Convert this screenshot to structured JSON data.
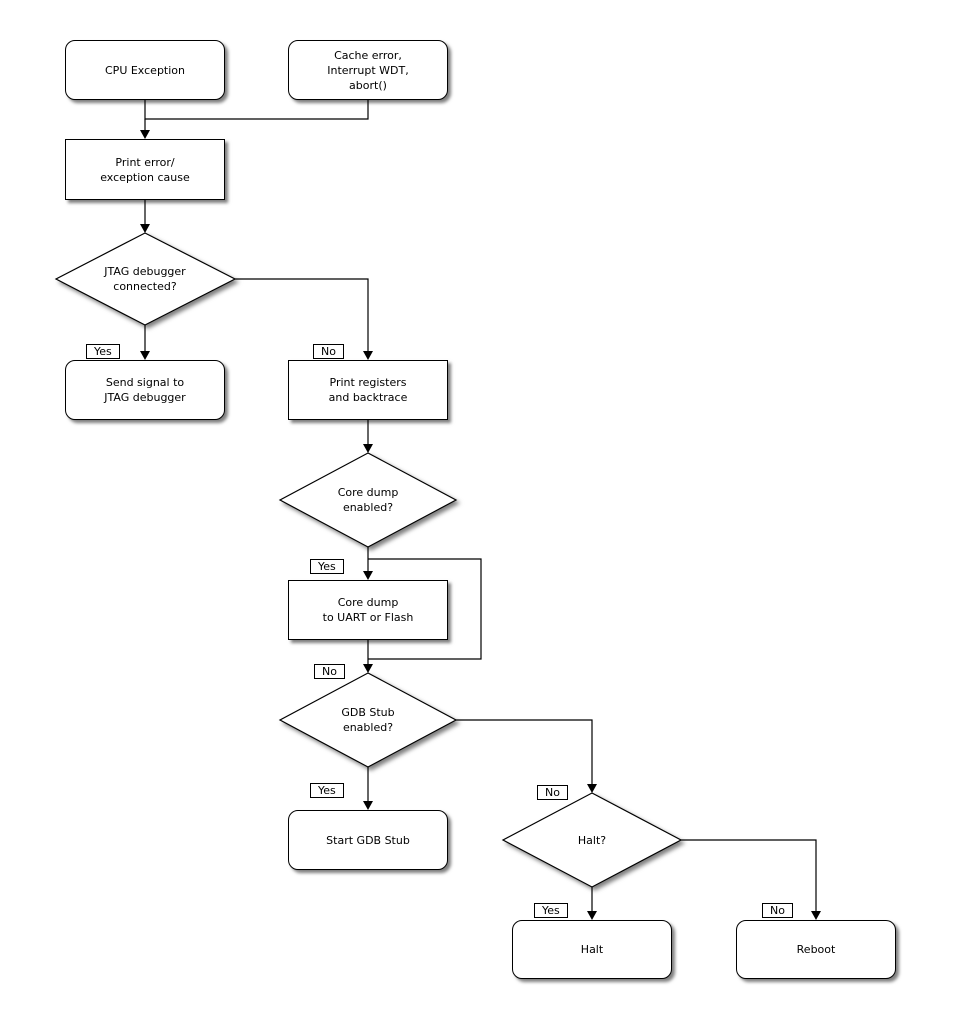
{
  "nodes": {
    "cpu_exception": "CPU Exception",
    "cache_error": "Cache error,\nInterrupt WDT,\nabort()",
    "print_error": "Print error/\nexception cause",
    "jtag_connected": "JTAG debugger\nconnected?",
    "send_signal": "Send signal to\nJTAG debugger",
    "print_registers": "Print registers\nand backtrace",
    "core_dump_enabled": "Core dump\nenabled?",
    "core_dump": "Core dump\nto UART or Flash",
    "gdb_stub_enabled": "GDB Stub\nenabled?",
    "start_gdb_stub": "Start GDB Stub",
    "halt_question": "Halt?",
    "halt": "Halt",
    "reboot": "Reboot"
  },
  "edge_labels": {
    "jtag_yes": "Yes",
    "jtag_no": "No",
    "core_dump_yes": "Yes",
    "core_dump_no": "No",
    "gdb_stub_yes": "Yes",
    "gdb_stub_no": "No",
    "halt_yes": "Yes",
    "halt_no": "No"
  },
  "colors": {
    "background": "#ffffff",
    "node_fill": "#ffffff",
    "stroke": "#000000",
    "text": "#000000",
    "shadow": "rgba(0,0,0,0.5)"
  }
}
